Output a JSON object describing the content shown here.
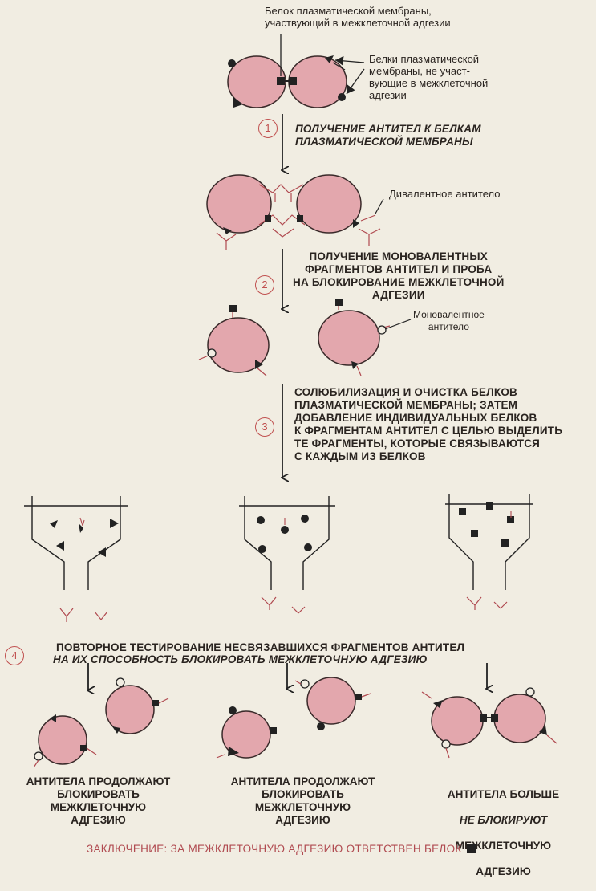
{
  "labels": {
    "adhesion_protein": "Белок плазматической мембраны,\nучаствующий в межклеточной адгезии",
    "non_adhesion_proteins": "Белки плазматической\nмембраны, не участ-\nвующие в межклеточной\nадгезии",
    "divalent_antibody": "Дивалентное антитело",
    "monovalent_antibody": "Моновалентное\nантитело"
  },
  "steps": [
    {
      "number": "1",
      "text": "ПОЛУЧЕНИЕ АНТИТЕЛ К БЕЛКАМ\nПЛАЗМАТИЧЕСКОЙ МЕМБРАНЫ"
    },
    {
      "number": "2",
      "text": "ПОЛУЧЕНИЕ МОНОВАЛЕНТНЫХ\nФРАГМЕНТОВ АНТИТЕЛ И ПРОБА\nНА БЛОКИРОВАНИЕ МЕЖКЛЕТОЧНОЙ\nАДГЕЗИИ"
    },
    {
      "number": "3",
      "text": "СОЛЮБИЛИЗАЦИЯ И ОЧИСТКА БЕЛКОВ\nПЛАЗМАТИЧЕСКОЙ МЕМБРАНЫ; ЗАТЕМ\nДОБАВЛЕНИЕ ИНДИВИДУАЛЬНЫХ БЕЛКОВ\nК ФРАГМЕНТАМ АНТИТЕЛ С ЦЕЛЬЮ ВЫДЕЛИТЬ\nТЕ ФРАГМЕНТЫ, КОТОРЫЕ СВЯЗЫВАЮТСЯ\nС КАЖДЫМ ИЗ БЕЛКОВ"
    },
    {
      "number": "4",
      "line1": "ПОВТОРНОЕ ТЕСТИРОВАНИЕ НЕСВЯЗАВШИХСЯ ФРАГМЕНТОВ АНТИТЕЛ",
      "line2": "НА ИХ СПОСОБНОСТЬ БЛОКИРОВАТЬ МЕЖКЛЕТОЧНУЮ АДГЕЗИЮ"
    }
  ],
  "results": [
    {
      "text": "АНТИТЕЛА ПРОДОЛЖАЮТ\nБЛОКИРОВАТЬ\nМЕЖКЛЕТОЧНУЮ\nАДГЕЗИЮ"
    },
    {
      "text": "АНТИТЕЛА ПРОДОЛЖАЮТ\nБЛОКИРОВАТЬ\nМЕЖКЛЕТОЧНУЮ\nАДГЕЗИЮ"
    },
    {
      "line1": "АНТИТЕЛА БОЛЬШЕ",
      "line2": "НЕ БЛОКИРУЮТ",
      "line3": "МЕЖКЛЕТОЧНУЮ",
      "line4": "АДГЕЗИЮ"
    }
  ],
  "conclusion": "ЗАКЛЮЧЕНИЕ:  ЗА МЕЖКЛЕТОЧНУЮ  АДГЕЗИЮ ОТВЕТСТВЕН БЕЛОК",
  "colors": {
    "cell": "#e3a7ad",
    "cell_stroke": "#3a2a2a",
    "accent": "#c0504f",
    "ink": "#222222",
    "paper": "#f1ede2"
  }
}
